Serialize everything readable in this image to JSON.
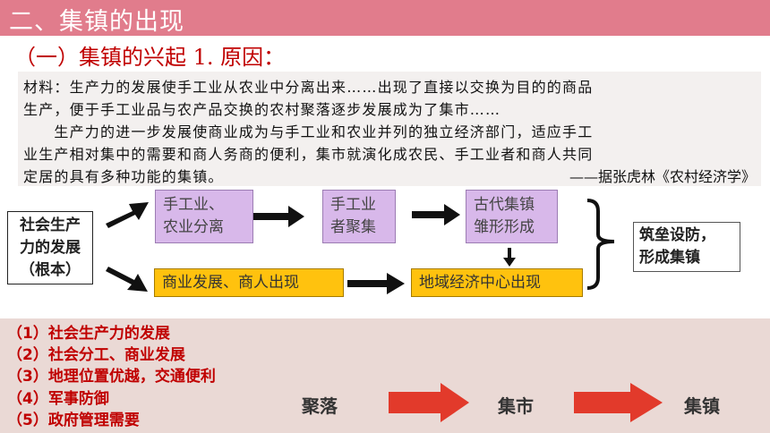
{
  "title": "二、集镇的出现",
  "subtitle": "（一）集镇的兴起 1. 原因：",
  "material": {
    "lines": [
      "材料：生产力的发展使手工业从农业中分离出来……出现了直接以交换为目的的商品",
      "生产，便于手工业品与农产品交换的农村聚落逐步发展成为了集市……",
      "　　生产力的进一步发展使商业成为与手工业和农业并列的独立经济部门，适应手工",
      "业生产相对集中的需要和商人务商的便利，集市就演化成农民、手工业者和商人共同",
      "定居的具有多种功能的集镇。"
    ],
    "source": "——据张虎林《农村经济学》"
  },
  "diagram": {
    "root": [
      "社会生产",
      "力的发展",
      "（根本）"
    ],
    "box_handicraft": [
      "手工业、",
      "农业分离"
    ],
    "box_gather": [
      "手工业",
      "者聚集"
    ],
    "box_ancient": [
      "古代集镇",
      "雏形形成"
    ],
    "box_commerce": "商业发展、商人出现",
    "box_regional": "地域经济中心出现",
    "result": [
      "筑垒设防，",
      "形成集镇"
    ]
  },
  "reasons": [
    "（1）社会生产力的发展",
    "（2）社会分工、商业发展",
    "（3）地理位置优越，交通便利",
    "（4）军事防御",
    "（5）政府管理需要"
  ],
  "flow": [
    "聚落",
    "集市",
    "集镇"
  ],
  "colors": {
    "title_bg": "#e17c8c",
    "accent_red": "#c00000",
    "purple_box": "#d8b8ea",
    "yellow_box": "#ffc20e",
    "flow_arrow": "#e23a2b",
    "bottom_bg": "#ead9d5"
  }
}
